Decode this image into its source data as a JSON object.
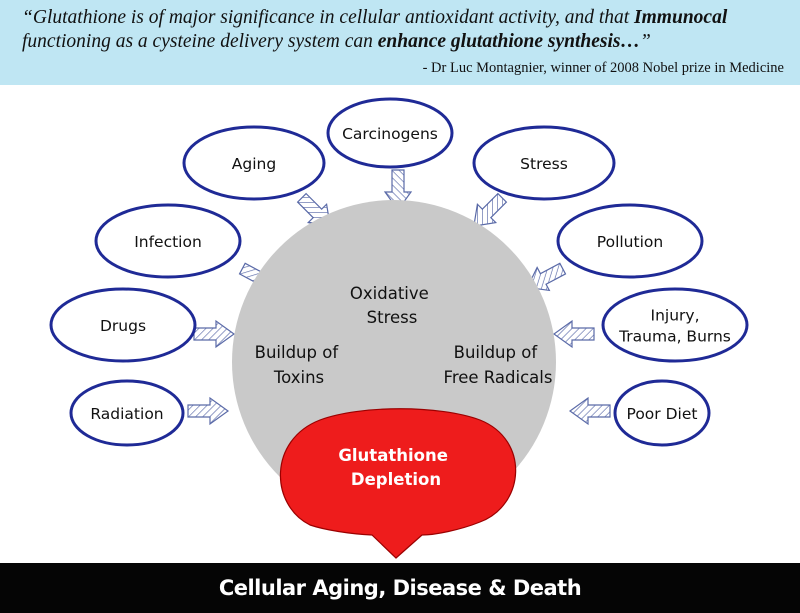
{
  "quote": {
    "open_mark": "“",
    "part1": "Glutathione is of  major significance in cellular antioxidant activity, and that ",
    "emph1": "Immunocal",
    "part2": " functioning as a cysteine delivery system can ",
    "emph2": "enhance glutathione synthesis…",
    "close_mark": "”",
    "attribution": "- Dr Luc Montagnier, winner of  2008 Nobel prize in Medicine"
  },
  "factors": [
    {
      "key": "carcinogens",
      "lines": [
        "Carcinogens"
      ]
    },
    {
      "key": "aging",
      "lines": [
        "Aging"
      ]
    },
    {
      "key": "stress",
      "lines": [
        "Stress"
      ]
    },
    {
      "key": "infection",
      "lines": [
        "Infection"
      ]
    },
    {
      "key": "pollution",
      "lines": [
        "Pollution"
      ]
    },
    {
      "key": "drugs",
      "lines": [
        "Drugs"
      ]
    },
    {
      "key": "injury",
      "lines": [
        "Injury,",
        "Trauma, Burns"
      ]
    },
    {
      "key": "radiation",
      "lines": [
        "Radiation"
      ]
    },
    {
      "key": "poor-diet",
      "lines": [
        "Poor Diet"
      ]
    }
  ],
  "center": {
    "oxidative": [
      "Oxidative",
      "Stress"
    ],
    "toxins": [
      "Buildup of",
      "Toxins"
    ],
    "free_radicals": [
      "Buildup of",
      "Free Radicals"
    ],
    "depletion": [
      "Glutathione",
      "Depletion"
    ]
  },
  "footer": "Cellular Aging, Disease & Death",
  "colors": {
    "banner": "#bfe6f3",
    "ellipse_stroke": "#1f2a96",
    "center_circle": "#c9c9c9",
    "depletion_fill": "#ee1c1c",
    "arrow_stroke": "#5a6aa8",
    "footer_bg": "#050505"
  }
}
